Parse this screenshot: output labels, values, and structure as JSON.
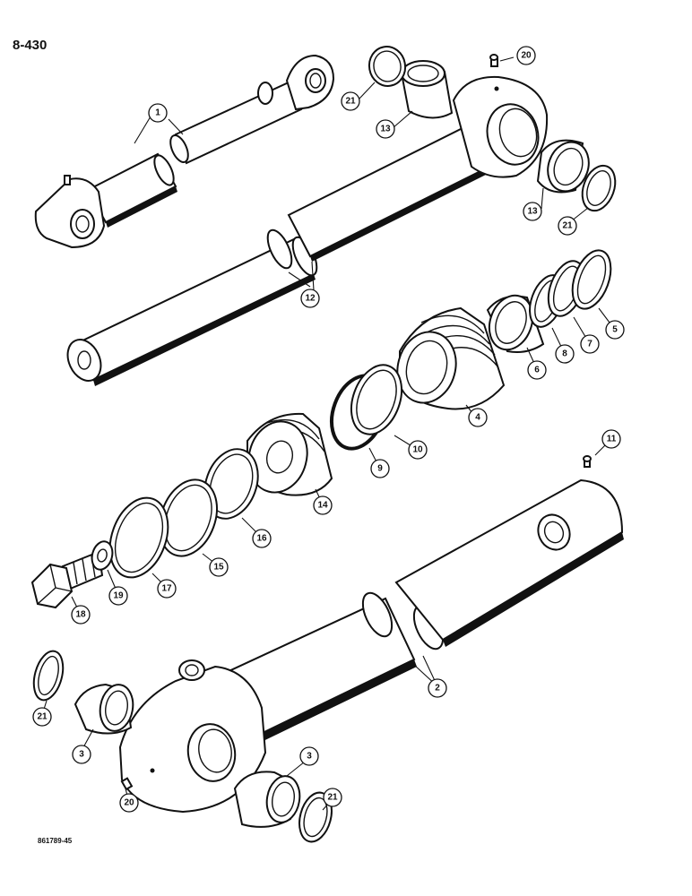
{
  "page_number": "8-430",
  "figure_number": "861789-45",
  "callouts": [
    {
      "id": "c1",
      "label": "1"
    },
    {
      "id": "c2",
      "label": "2"
    },
    {
      "id": "c3a",
      "label": "3"
    },
    {
      "id": "c3b",
      "label": "3"
    },
    {
      "id": "c4",
      "label": "4"
    },
    {
      "id": "c5",
      "label": "5"
    },
    {
      "id": "c6",
      "label": "6"
    },
    {
      "id": "c7",
      "label": "7"
    },
    {
      "id": "c8",
      "label": "8"
    },
    {
      "id": "c9",
      "label": "9"
    },
    {
      "id": "c10",
      "label": "10"
    },
    {
      "id": "c11",
      "label": "11"
    },
    {
      "id": "c12",
      "label": "12"
    },
    {
      "id": "c13a",
      "label": "13"
    },
    {
      "id": "c13b",
      "label": "13"
    },
    {
      "id": "c14",
      "label": "14"
    },
    {
      "id": "c15",
      "label": "15"
    },
    {
      "id": "c16",
      "label": "16"
    },
    {
      "id": "c17",
      "label": "17"
    },
    {
      "id": "c18",
      "label": "18"
    },
    {
      "id": "c19",
      "label": "19"
    },
    {
      "id": "c20a",
      "label": "20"
    },
    {
      "id": "c20b",
      "label": "20"
    },
    {
      "id": "c21a",
      "label": "21"
    },
    {
      "id": "c21b",
      "label": "21"
    },
    {
      "id": "c21c",
      "label": "21"
    },
    {
      "id": "c21d",
      "label": "21"
    }
  ]
}
